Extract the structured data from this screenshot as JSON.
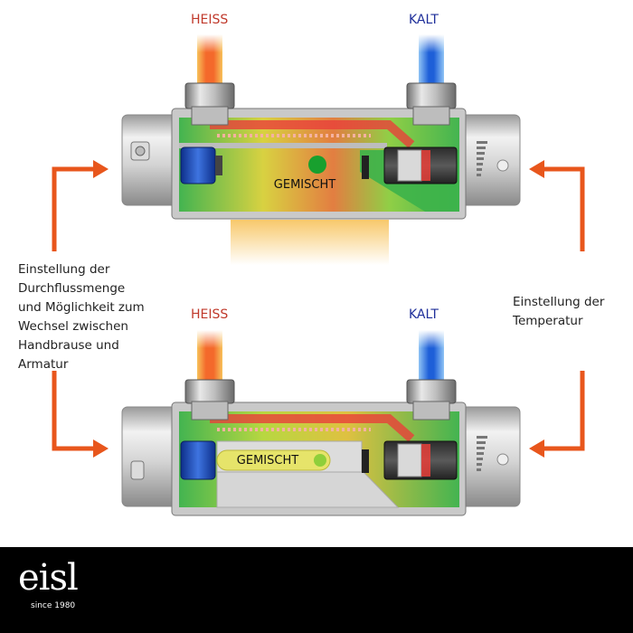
{
  "labels": {
    "hot_top": "HEISS",
    "cold_top": "KALT",
    "mixed_top": "GEMISCHT",
    "hot_bottom": "HEISS",
    "cold_bottom": "KALT",
    "mixed_bottom": "GEMISCHT",
    "left_note": "Einstellung der\nDurchflussmenge\nund Möglichkeit zum\nWechsel zwischen\nHandbrause und\nArmatur",
    "right_note": "Einstellung der\nTemperatur"
  },
  "footer": {
    "logo": "eisl",
    "tagline": "since 1980"
  },
  "colors": {
    "hot": "#e8403a",
    "cold": "#1e5fd8",
    "arrow": "#e8561c",
    "mix_green": "#3cb34a",
    "mix_yellow": "#e8d83a",
    "footer_bg": "#000000"
  }
}
